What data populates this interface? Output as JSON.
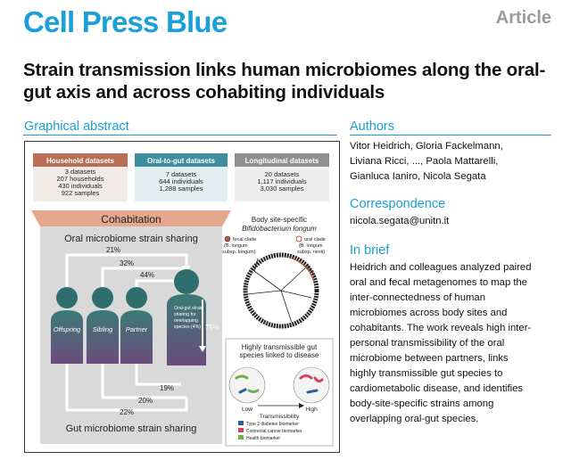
{
  "journal": "Cell Press Blue",
  "article_type": "Article",
  "title": "Strain transmission links human microbiomes along the oral-gut axis and across cohabiting individuals",
  "graphical_abstract": {
    "label": "Graphical abstract",
    "datasets": [
      {
        "title": "Household datasets",
        "lines": [
          "3 datasets",
          "207 households",
          "430 individuals",
          "922 samples"
        ]
      },
      {
        "title": "Oral-to-gut datasets",
        "lines": [
          "7 datasets",
          "644 individuals",
          "1,288 samples"
        ]
      },
      {
        "title": "Longitudinal datasets",
        "lines": [
          "20 datasets",
          "1,117 individuals",
          "3,030 samples"
        ]
      }
    ],
    "cohabitation": "Cohabitation",
    "oral_sharing": "Oral microbiome strain sharing",
    "gut_sharing": "Gut microbiome strain sharing",
    "oral_pcts": [
      "21%",
      "32%",
      "44%"
    ],
    "gut_pcts": [
      "19%",
      "20%",
      "22%"
    ],
    "people": [
      "Offspring",
      "Sibling",
      "Partner"
    ],
    "oral_gut_note": [
      "Oral-gut strain",
      "sharing for",
      "overlapping",
      "species (4%)"
    ],
    "oral_gut_pct": "75%",
    "bifido": {
      "title_1": "Body site-specific",
      "title_2": "Bifidobacterium longum",
      "fecal_label": [
        "fecal clade",
        "(B. longum",
        "subsp. longum)"
      ],
      "oral_label": [
        "oral clade",
        "(B. longum",
        "subsp. nexti)"
      ]
    },
    "transmissible": {
      "title_1": "Highly transmissible gut",
      "title_2": "species linked to disease",
      "low": "Low",
      "high": "High",
      "axis": "Transmissibility",
      "legend": [
        {
          "label": "Type 2 diabetes biomarker",
          "color": "#2c5f9e"
        },
        {
          "label": "Colorectal cancer biomarker",
          "color": "#d0455c"
        },
        {
          "label": "Health biomarker",
          "color": "#6fb04a"
        }
      ]
    }
  },
  "authors": {
    "label": "Authors",
    "lines": [
      "Vitor Heidrich, Gloria Fackelmann,",
      "Liviana Ricci, ..., Paola Mattarelli,",
      "Gianluca Ianiro, Nicola Segata"
    ]
  },
  "correspondence": {
    "label": "Correspondence",
    "email": "nicola.segata@unitn.it"
  },
  "in_brief": {
    "label": "In brief",
    "lines": [
      "Heidrich and colleagues analyzed paired",
      "oral and fecal metagenomes to map the",
      "inter-connectedness of human",
      "microbiomes across body sites and",
      "cohabitants. The work reveals high inter-",
      "personal transmissibility of the oral",
      "microbiome between partners, links",
      "highly transmissible gut species to",
      "cardiometabolic disease, and identifies",
      "body-site-specific strains among",
      "overlapping oral-gut species."
    ]
  },
  "colors": {
    "accent": "#1a9fd8",
    "household": "#b86e55",
    "oral_to_gut": "#3f8ea0",
    "longitudinal": "#8f8f8f",
    "cohab_banner": "#e6a78f",
    "person_head": "#2e6e6e",
    "person_body": "#6b4c7d"
  }
}
